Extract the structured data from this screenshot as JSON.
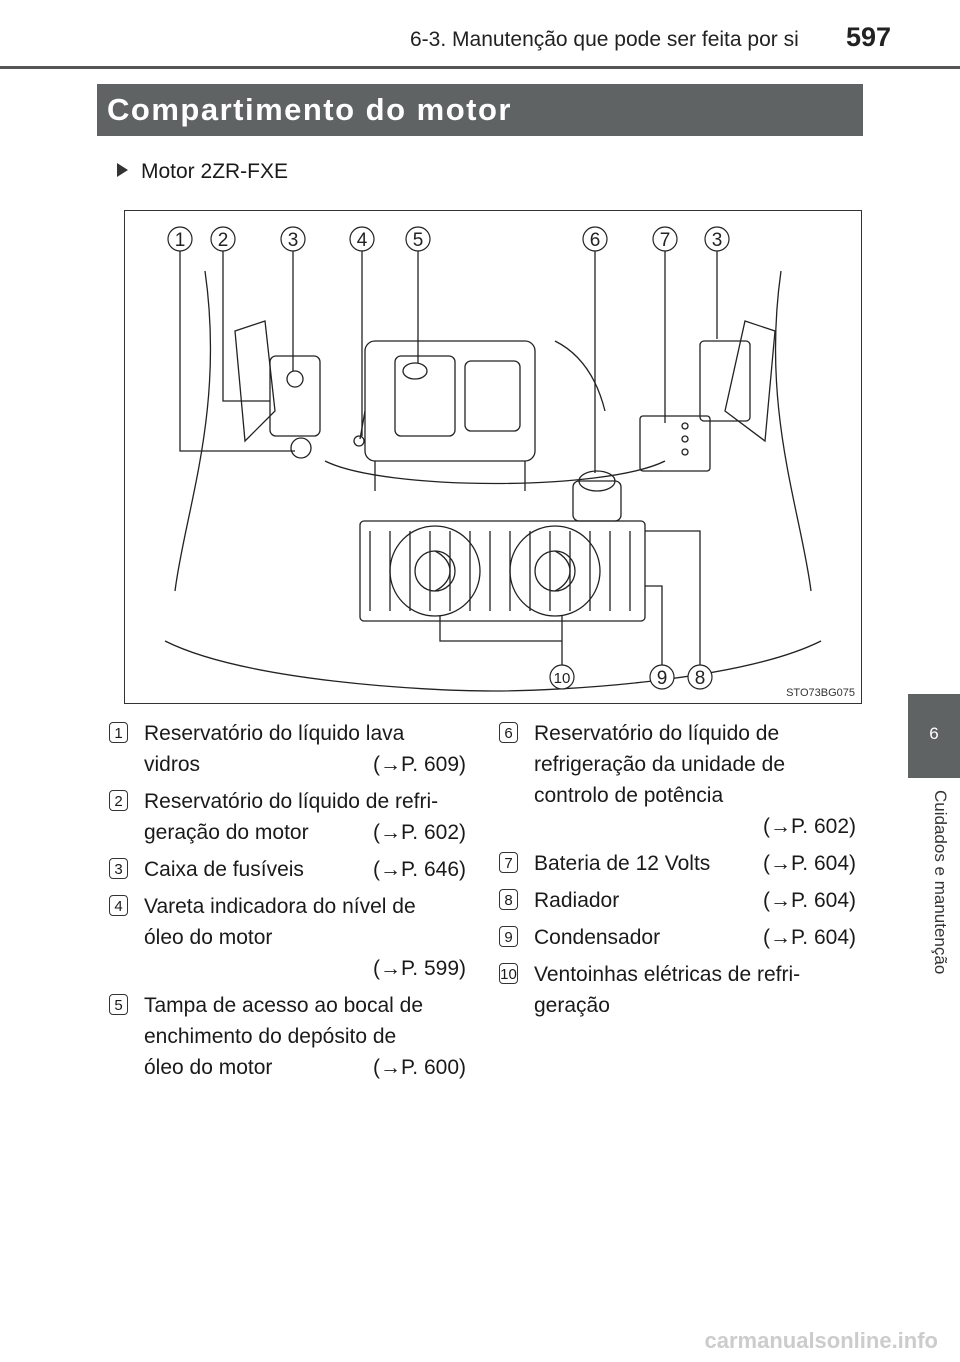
{
  "header": {
    "section": "6-3. Manutenção que pode ser feita por si",
    "page": "597"
  },
  "title": "Compartimento do motor",
  "engine_label": "Motor 2ZR-FXE",
  "figure": {
    "code": "STO73BG075",
    "callouts": [
      "1",
      "2",
      "3",
      "4",
      "5",
      "6",
      "7",
      "3",
      "10",
      "9",
      "8"
    ]
  },
  "side_tab": {
    "number": "6",
    "label": "Cuidados e manutenção"
  },
  "legend": {
    "left": [
      {
        "num": "1",
        "lines": [
          "Reservatório do líquido lava",
          "vidros"
        ],
        "ref": "(→P. 609)"
      },
      {
        "num": "2",
        "lines": [
          "Reservatório do líquido de refri-",
          "geração do motor"
        ],
        "ref": "(→P. 602)"
      },
      {
        "num": "3",
        "lines": [
          "Caixa de fusíveis"
        ],
        "ref": "(→P. 646)"
      },
      {
        "num": "4",
        "lines": [
          "Vareta indicadora do nível de",
          "óleo do motor"
        ],
        "ref": "(→P. 599)"
      },
      {
        "num": "5",
        "lines": [
          "Tampa de acesso ao bocal de",
          "enchimento do depósito de",
          "óleo do motor"
        ],
        "ref": "(→P. 600)"
      }
    ],
    "right": [
      {
        "num": "6",
        "lines": [
          "Reservatório do líquido de",
          "refrigeração da unidade de",
          "controlo de potência"
        ],
        "ref": "(→P. 602)"
      },
      {
        "num": "7",
        "lines": [
          "Bateria de 12 Volts"
        ],
        "ref": "(→P. 604)"
      },
      {
        "num": "8",
        "lines": [
          "Radiador"
        ],
        "ref": "(→P. 604)"
      },
      {
        "num": "9",
        "lines": [
          "Condensador"
        ],
        "ref": "(→P. 604)"
      },
      {
        "num": "10",
        "lines": [
          "Ventoinhas elétricas de refri-",
          "geração"
        ],
        "ref": ""
      }
    ]
  },
  "footer": "carmanualsonline.info"
}
